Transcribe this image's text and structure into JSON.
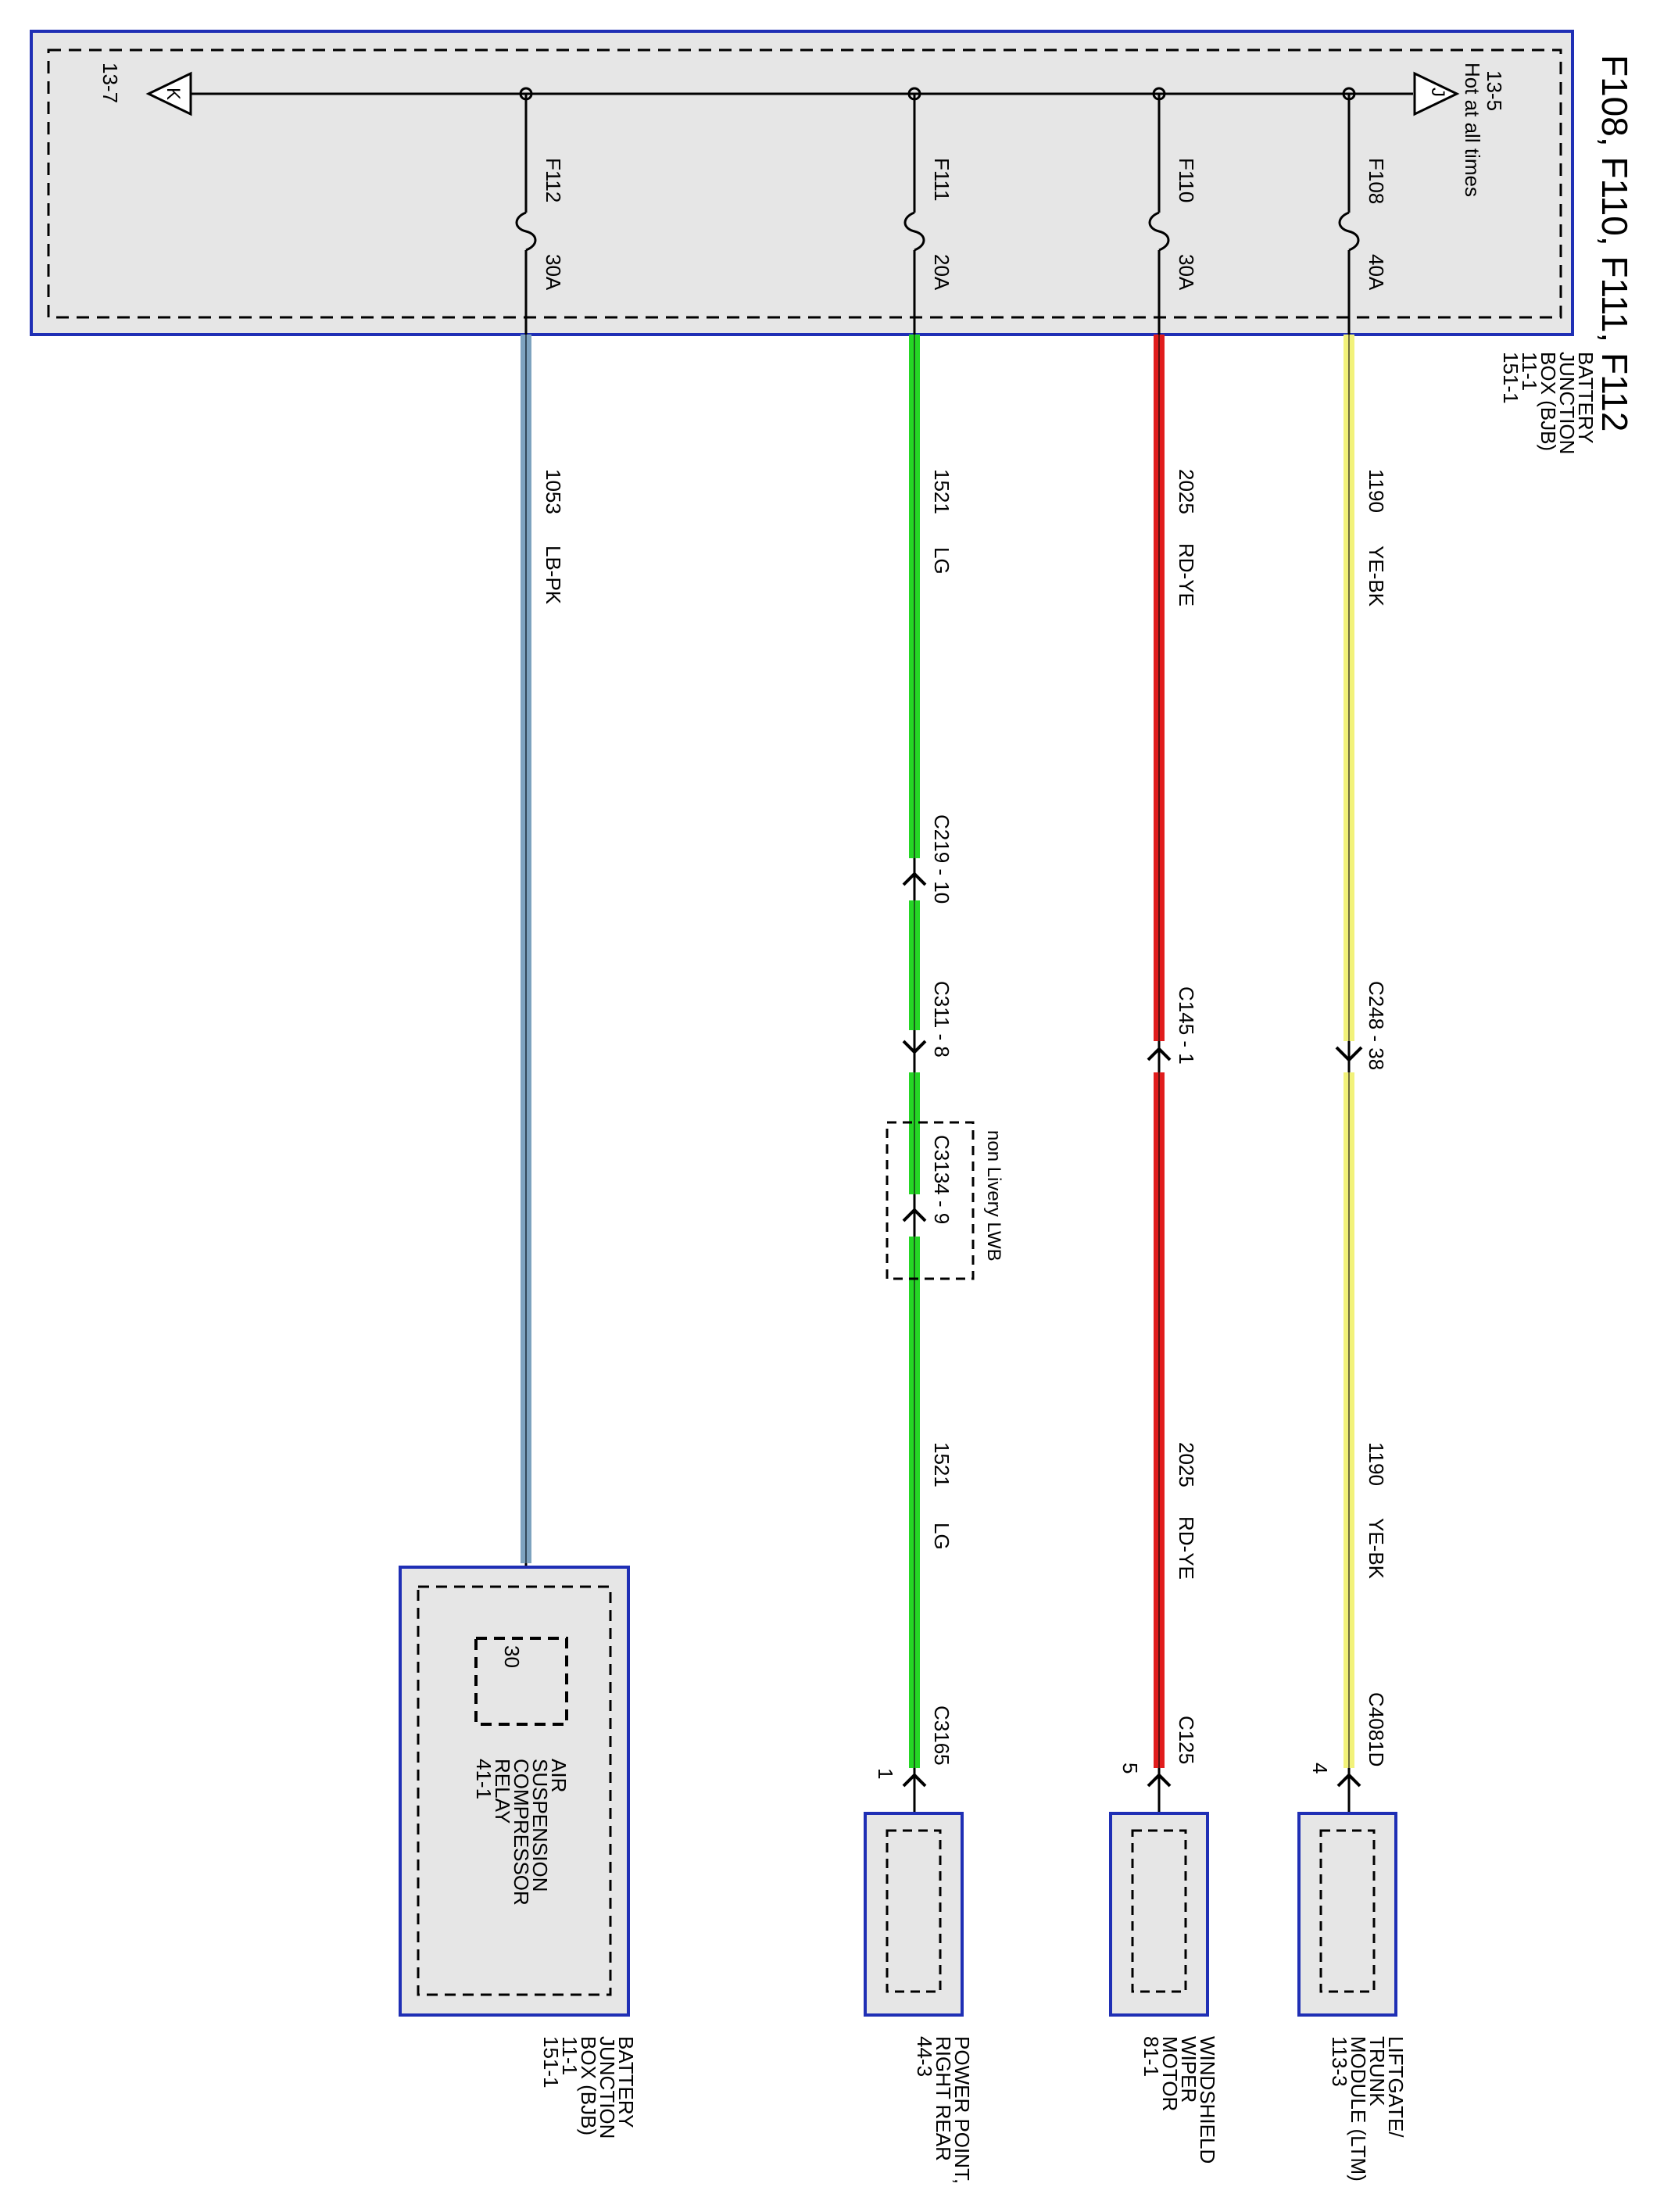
{
  "title": "F108, F110, F111, F112",
  "bjb_top": {
    "label": [
      "BATTERY",
      "JUNCTION",
      "BOX (BJB)",
      "11-1",
      "151-1"
    ],
    "left_ref": {
      "letter": "K",
      "page": "13-7"
    },
    "right_ref": {
      "letter": "J",
      "page": "13-5",
      "note": "Hot at all times"
    }
  },
  "fuses": [
    {
      "id": "F108",
      "rating": "40A"
    },
    {
      "id": "F110",
      "rating": "30A"
    },
    {
      "id": "F111",
      "rating": "20A"
    },
    {
      "id": "F112",
      "rating": "30A"
    }
  ],
  "circuits": [
    {
      "circuit": "1190",
      "color_code": "YE-BK",
      "connector": "C248 - 38",
      "end_connector": "C4081D",
      "pin": "4",
      "stroke": "#f2f27a",
      "core": "#6f6f3a"
    },
    {
      "circuit": "2025",
      "color_code": "RD-YE",
      "connector": "C145 - 1",
      "end_connector": "C125",
      "pin": "5",
      "stroke": "#e11d1d",
      "core": "#5a1010"
    },
    {
      "circuit": "1521",
      "color_code": "LG",
      "connectors": [
        "C219 - 10",
        "C311 - 8",
        "C3134 - 9"
      ],
      "end_connector": "C3165",
      "pin": "1",
      "option_note": "non Livery LWB",
      "stroke": "#25d625",
      "core": "#1a5e1a"
    },
    {
      "circuit": "1053",
      "color_code": "LB-PK",
      "pin": "30",
      "stroke": "#7ea3bf",
      "core": "#33495a"
    }
  ],
  "components": [
    {
      "name": [
        "LIFTGATE/",
        "TRUNK",
        "MODULE (LTM)",
        "113-3"
      ]
    },
    {
      "name": [
        "WINDSHIELD",
        "WIPER",
        "MOTOR",
        "81-1"
      ]
    },
    {
      "name": [
        "POWER POINT,",
        "RIGHT REAR",
        "44-3"
      ]
    },
    {
      "name": [
        "AIR",
        "SUSPENSION",
        "COMPRESSOR",
        "RELAY",
        "41-1"
      ]
    },
    {
      "name": [
        "BATTERY",
        "JUNCTION",
        "BOX (BJB)",
        "11-1",
        "151-1"
      ]
    }
  ],
  "colors": {
    "box_border": "#1f2fb5",
    "box_fill": "#e6e6e6"
  }
}
